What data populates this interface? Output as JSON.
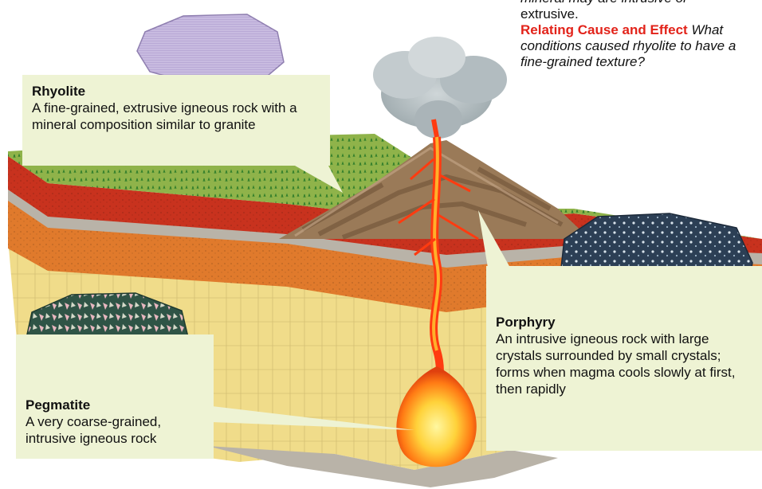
{
  "caption": {
    "partial_top_line": "mineral may are intrusive or",
    "line1": "extrusive.",
    "lead": "Relating Cause and Effect",
    "question": "What conditions caused rhyolite to have a fine-grained texture?",
    "lead_color": "#e2231a"
  },
  "labels": {
    "rhyolite": {
      "title": "Rhyolite",
      "description": "A fine-grained, extrusive igneous rock with a mineral composition similar to granite"
    },
    "porphyry": {
      "title": "Porphyry",
      "description": "An intrusive igneous rock with large crystals surrounded by small crystals; forms when magma cools slowly at first, then rapidly"
    },
    "pegmatite": {
      "title": "Pegmatite",
      "description": "A very coarse-grained, intrusive igneous rock"
    }
  },
  "colors": {
    "callout_bg": "#eef3d4",
    "grass": "#8fb34a",
    "red_layer": "#c8321e",
    "orange_layer": "#e07a2c",
    "gray_layer": "#b9b3a8",
    "sand_layer": "#f0dc8a",
    "magma": "#ff6a14",
    "magma_core": "#ffe36a",
    "volcano": "#9a7a58",
    "ash": "#b9c1c4"
  }
}
